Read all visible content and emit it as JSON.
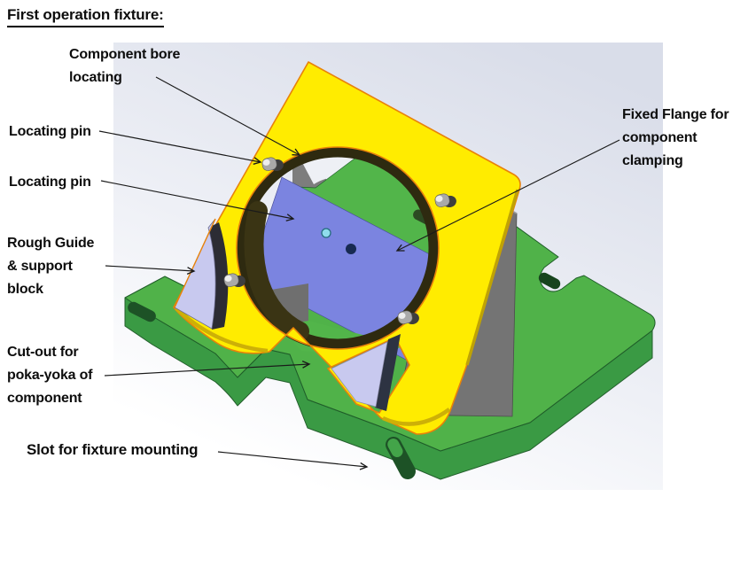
{
  "title": "First operation fixture:",
  "labels": {
    "component_bore": {
      "line1": "Component bore",
      "line2": "locating"
    },
    "locating_pin_1": {
      "line1": "Locating pin"
    },
    "locating_pin_2": {
      "line1": "Locating pin"
    },
    "rough_guide": {
      "line1": "Rough Guide",
      "line2": "& support",
      "line3": "block"
    },
    "cut_out": {
      "line1": "Cut-out for",
      "line2": "poka-yoka of",
      "line3": "component"
    },
    "slot": {
      "line1": "Slot for fixture mounting"
    },
    "fixed_flange": {
      "line1": "Fixed Flange for",
      "line2": "component",
      "line3": "clamping"
    }
  },
  "colors": {
    "background_gradient_top": "#d9dde9",
    "background_gradient_bottom": "#ffffff",
    "base_green_top": "#50b249",
    "base_green_side": "#3a9a44",
    "flange_yellow": "#ffec00",
    "flange_edge_orange": "#e8820a",
    "component_blue": "#7b84e0",
    "guide_block_lavender": "#c8c9ef",
    "support_plate_gray": "#747474",
    "bore_wall_dark": "#2e2a10",
    "annotation_black": "#1a1a1a"
  }
}
